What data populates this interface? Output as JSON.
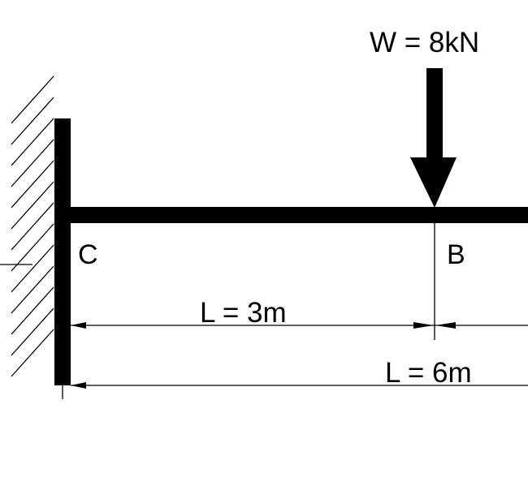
{
  "load": {
    "label": "W = 8kN"
  },
  "points": {
    "fixed_end": "C",
    "load_point": "B"
  },
  "dimensions": [
    {
      "label": "L = 3m"
    },
    {
      "label": "L = 6m"
    }
  ]
}
